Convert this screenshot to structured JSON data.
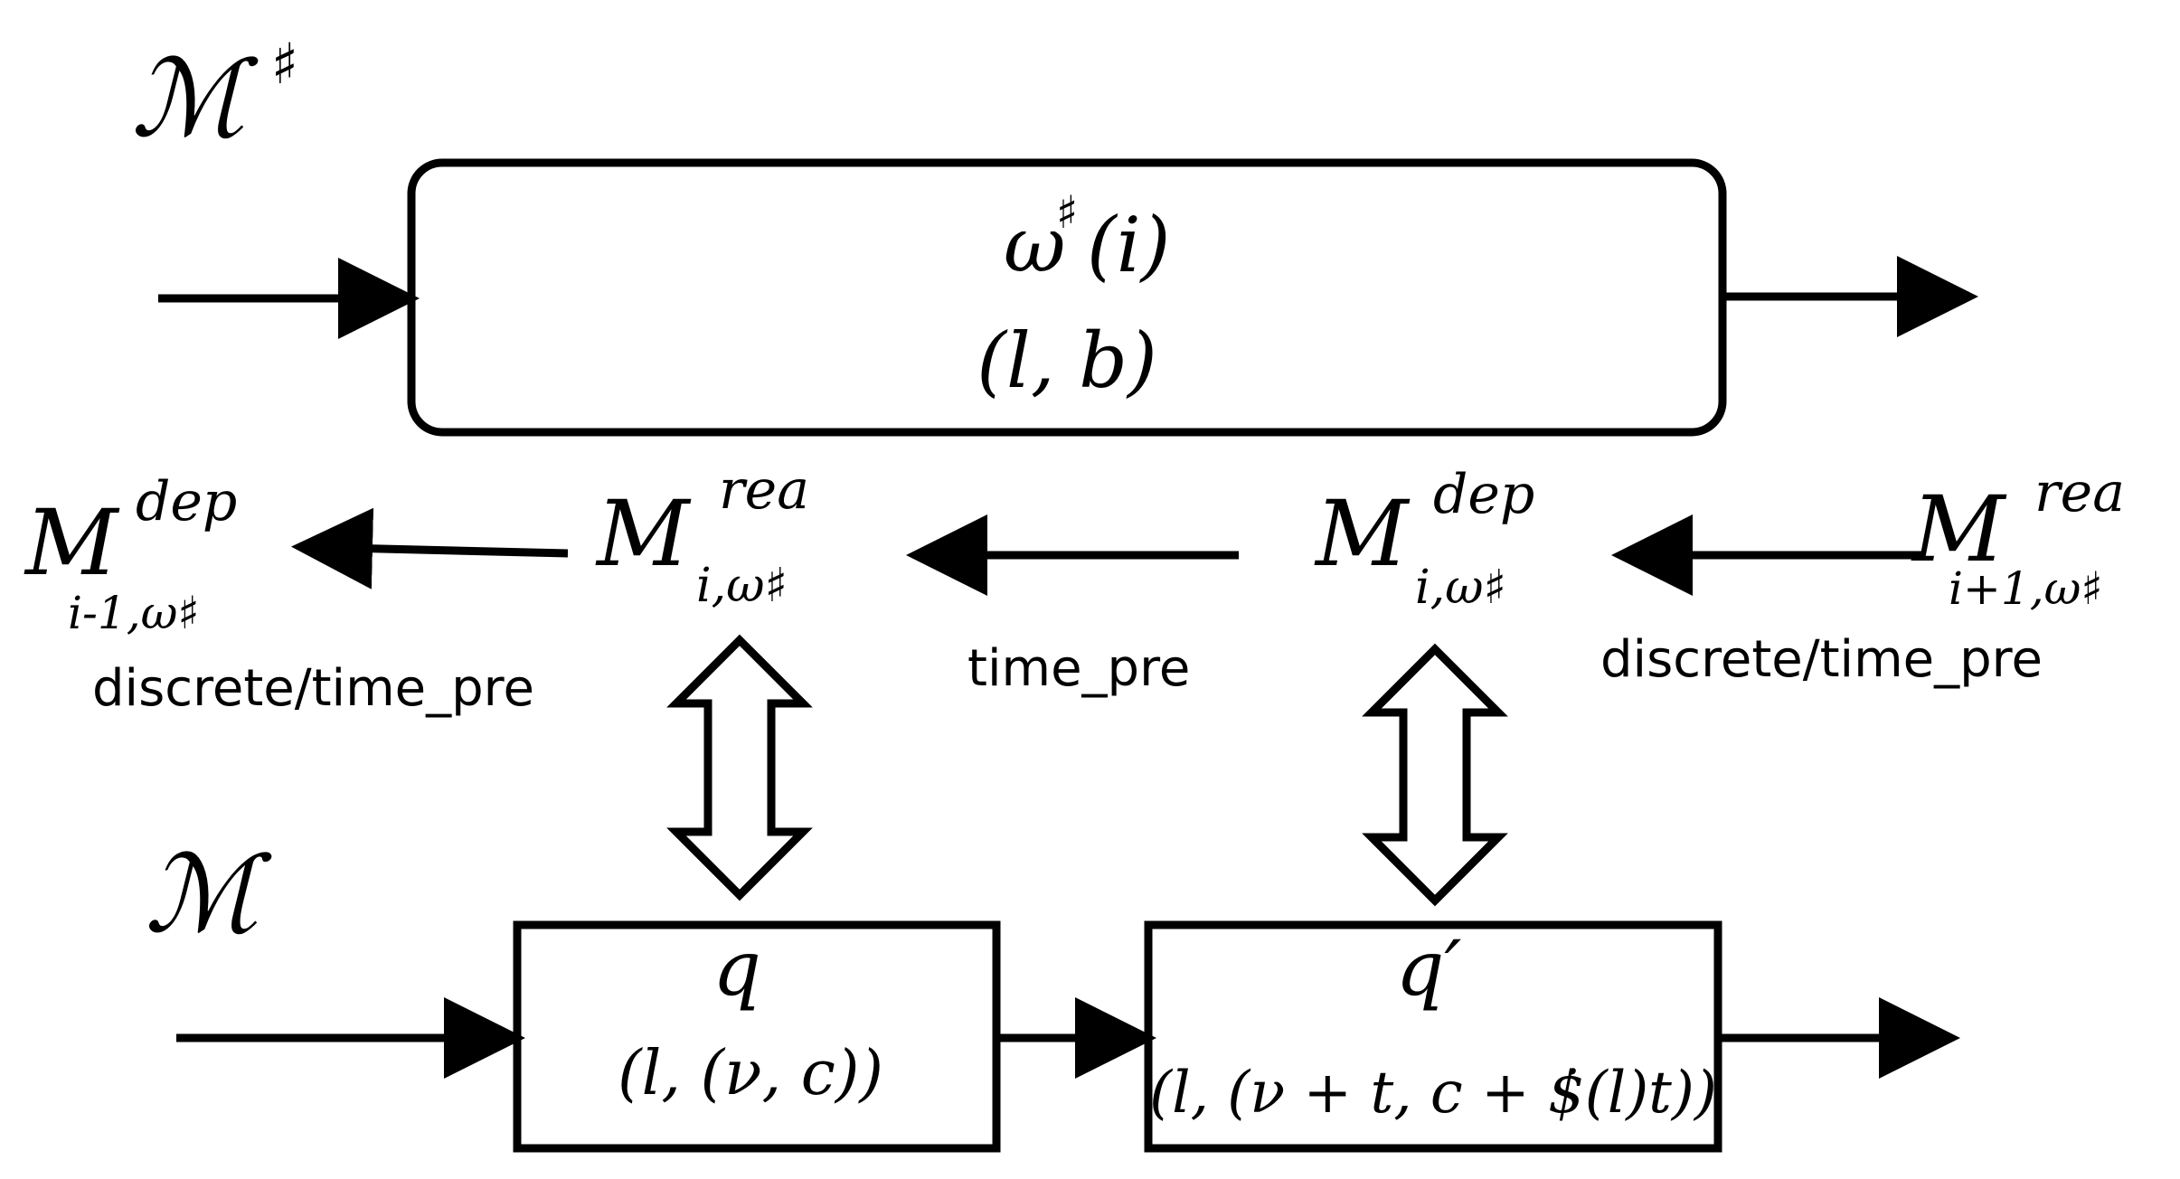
{
  "top_system": {
    "label_base": "ℳ",
    "label_sup": "♯",
    "state_line1_base": "ω",
    "state_line1_sup": "♯",
    "state_line1_rest": "(i)",
    "state_line2": "(l, b)"
  },
  "bottom_system": {
    "label": "ℳ",
    "state_q": "q",
    "state_q_valuation": "(l, (ν, c))",
    "state_qprime": "q′",
    "state_qprime_valuation": "(l, (ν + t, c + $̇(l)t))"
  },
  "markers": {
    "dep_prev": {
      "base": "M",
      "sup": "dep",
      "sub": "i-1,ω♯"
    },
    "rea_curr": {
      "base": "M",
      "sup": "rea",
      "sub": "i,ω♯"
    },
    "dep_curr": {
      "base": "M",
      "sup": "dep",
      "sub": "i,ω♯"
    },
    "rea_next": {
      "base": "M",
      "sup": "rea",
      "sub": "i+1,ω♯"
    }
  },
  "edge_labels": {
    "left": "discrete/time_pre",
    "middle": "time_pre",
    "right": "discrete/time_pre"
  }
}
